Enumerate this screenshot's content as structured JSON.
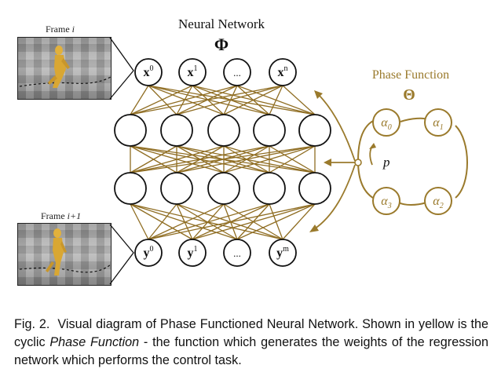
{
  "network": {
    "title": "Neural Network",
    "symbol": "Φ",
    "inputs": [
      "x",
      "x",
      "...",
      "x"
    ],
    "input_sups": [
      "0",
      "1",
      "",
      "n"
    ],
    "outputs": [
      "y",
      "y",
      "...",
      "y"
    ],
    "output_sups": [
      "0",
      "1",
      "",
      "m"
    ]
  },
  "frames": {
    "top_label": "Frame",
    "top_index": "i",
    "bottom_label": "Frame",
    "bottom_index": "i+1"
  },
  "phase": {
    "title": "Phase Function",
    "symbol": "Θ",
    "alphas": [
      "α",
      "α",
      "α",
      "α"
    ],
    "alpha_subs": [
      "0",
      "1",
      "3",
      "2"
    ],
    "p_label": "p"
  },
  "caption": {
    "fig_number": "Fig. 2.",
    "text_1": "Visual diagram of Phase Functioned Neural Network. Shown in yellow is the cyclic ",
    "emph": "Phase Function",
    "text_2": " - the function which generates the weights of the regression network which performs the control task."
  },
  "colors": {
    "accent": "#9a7a2c",
    "edge": "#8f6d22",
    "node_stroke": "#111111",
    "character": "#e2b13c"
  }
}
